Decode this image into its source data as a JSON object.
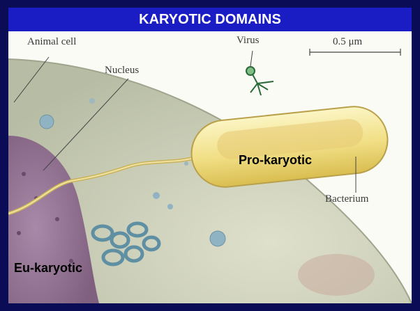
{
  "title": "KARYOTIC DOMAINS",
  "labels": {
    "animal_cell": "Animal cell",
    "nucleus": "Nucleus",
    "virus": "Virus",
    "scale": "0.5 μm",
    "bacterium": "Bacterium"
  },
  "domains": {
    "prokaryotic": "Pro-karyotic",
    "eukaryotic": "Eu-karyotic"
  },
  "colors": {
    "frame": "#0a0d55",
    "title_bar": "#1a1dc4",
    "cytoplasm": "#c9ccb6",
    "nucleus": "#9d7f9e",
    "bacterium": "#f2e28a"
  }
}
